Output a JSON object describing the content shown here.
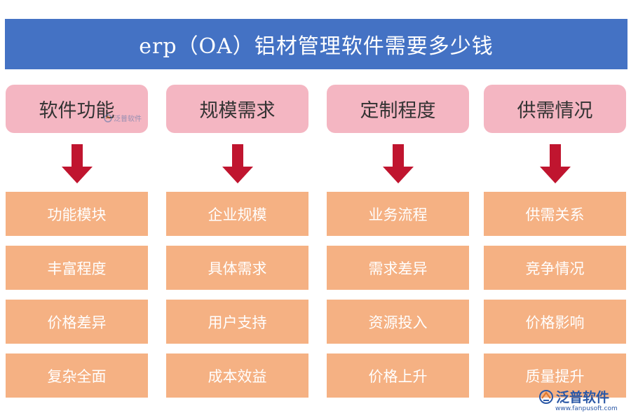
{
  "title": "erp（OA）铝材管理软件需要多少钱",
  "columns": [
    {
      "header": "软件功能",
      "items": [
        "功能模块",
        "丰富程度",
        "价格差异",
        "复杂全面"
      ]
    },
    {
      "header": "规模需求",
      "items": [
        "企业规模",
        "具体需求",
        "用户支持",
        "成本效益"
      ]
    },
    {
      "header": "定制程度",
      "items": [
        "业务流程",
        "需求差异",
        "资源投入",
        "价格上升"
      ]
    },
    {
      "header": "供需情况",
      "items": [
        "供需关系",
        "竞争情况",
        "价格影响",
        "质量提升"
      ]
    }
  ],
  "watermark": {
    "mini_text": "泛普软件",
    "brand_name": "泛普软件",
    "brand_url": "www.fanpusoft.com",
    "icon": "fanpu-logo-icon"
  },
  "colors": {
    "title_bar": "#4472c4",
    "header_box": "#f4b6c2",
    "item_box": "#f5b183",
    "arrow": "#c0152f"
  }
}
